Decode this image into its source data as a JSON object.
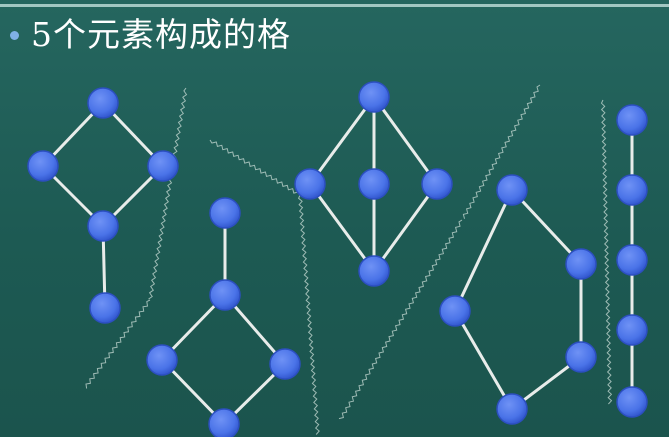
{
  "title": "5个元素构成的格",
  "colors": {
    "background": "#1f5f58",
    "node": "#4a73e8",
    "node_edge": "#2c4fc0",
    "edge": "#e8ecea",
    "divider": "#c9dcd6",
    "bullet": "#7fb0e6"
  },
  "lattices": [
    {
      "id": "lattice-1",
      "nodes": [
        "top",
        "left",
        "right",
        "join",
        "bottom"
      ],
      "edges": [
        [
          "top",
          "left"
        ],
        [
          "top",
          "right"
        ],
        [
          "left",
          "join"
        ],
        [
          "right",
          "join"
        ],
        [
          "join",
          "bottom"
        ]
      ]
    },
    {
      "id": "lattice-2",
      "nodes": [
        "top",
        "mid",
        "left",
        "right",
        "bottom"
      ],
      "edges": [
        [
          "top",
          "mid"
        ],
        [
          "mid",
          "left"
        ],
        [
          "mid",
          "right"
        ],
        [
          "left",
          "bottom"
        ],
        [
          "right",
          "bottom"
        ]
      ]
    },
    {
      "id": "lattice-3",
      "nodes": [
        "top",
        "left",
        "center",
        "right",
        "bottom"
      ],
      "edges": [
        [
          "top",
          "left"
        ],
        [
          "top",
          "center"
        ],
        [
          "top",
          "right"
        ],
        [
          "left",
          "bottom"
        ],
        [
          "center",
          "bottom"
        ],
        [
          "right",
          "bottom"
        ]
      ]
    },
    {
      "id": "lattice-4",
      "nodes": [
        "top",
        "right-upper",
        "right-lower",
        "left",
        "bottom"
      ],
      "edges": [
        [
          "top",
          "right-upper"
        ],
        [
          "right-upper",
          "right-lower"
        ],
        [
          "right-lower",
          "bottom"
        ],
        [
          "top",
          "left"
        ],
        [
          "left",
          "bottom"
        ]
      ]
    },
    {
      "id": "lattice-5",
      "nodes": [
        "n1",
        "n2",
        "n3",
        "n4",
        "n5"
      ],
      "edges": [
        [
          "n1",
          "n2"
        ],
        [
          "n2",
          "n3"
        ],
        [
          "n3",
          "n4"
        ],
        [
          "n4",
          "n5"
        ]
      ]
    }
  ]
}
